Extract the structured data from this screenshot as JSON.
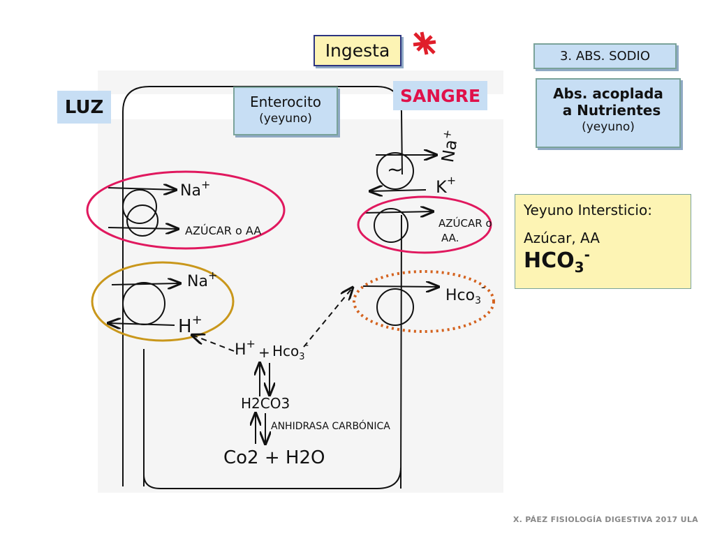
{
  "labels": {
    "ingesta": "Ingesta",
    "abs_sodio": "3. ABS. SODIO",
    "luz": "LUZ",
    "enterocito": "Enterocito",
    "enterocito_sub": "(yeyuno)",
    "sangre": "SANGRE",
    "acoplada_line1": "Abs. acoplada",
    "acoplada_line2": "a Nutrientes",
    "acoplada_sub": "(yeyuno)"
  },
  "intersticio": {
    "title": "Yeyuno Intersticio:",
    "item1": "Azúcar, AA",
    "hco3_base": "HCO",
    "hco3_sub": "3",
    "hco3_sup": "-"
  },
  "handwritten": {
    "na_apical_1": "Na",
    "na_apical_1_sup": "+",
    "azucar_apical": "AZÚCAR o AA",
    "na_apical_2": "Na",
    "na_apical_2_sup": "+",
    "h_apical": "H",
    "h_apical_sup": "+",
    "pump_symbol": "~",
    "na_baso": "Na",
    "na_baso_sup": "+",
    "k_baso": "K",
    "k_baso_sup": "+",
    "azucar_baso_1": "AZÚCAR o",
    "azucar_baso_2": "AA.",
    "hco3_baso": "Hco",
    "hco3_baso_sub": "3",
    "hco3_baso_sup": "-",
    "h_center": "H",
    "h_center_sup": "+",
    "plus_sign": "+",
    "hco3_center": "Hco",
    "hco3_center_sub": "3",
    "hco3_center_sup": "-",
    "h2co3": "H2CO3",
    "enzyme": "ANHIDRASA CARBÓNICA",
    "co2_h2o": "Co2 + H2O"
  },
  "footer": "X. PÁEZ   FISIOLOGÍA DIGESTIVA 2017 ULA",
  "colors": {
    "accent_box_blue": "#c7def4",
    "accent_box_yellow": "#fdf4b4",
    "sangre_text": "#e0114a",
    "ring_magenta": "#e0185e",
    "ring_gold": "#c9971b",
    "ring_orange_dotted": "#d4621e",
    "asterisk_red": "#e01e2a"
  }
}
